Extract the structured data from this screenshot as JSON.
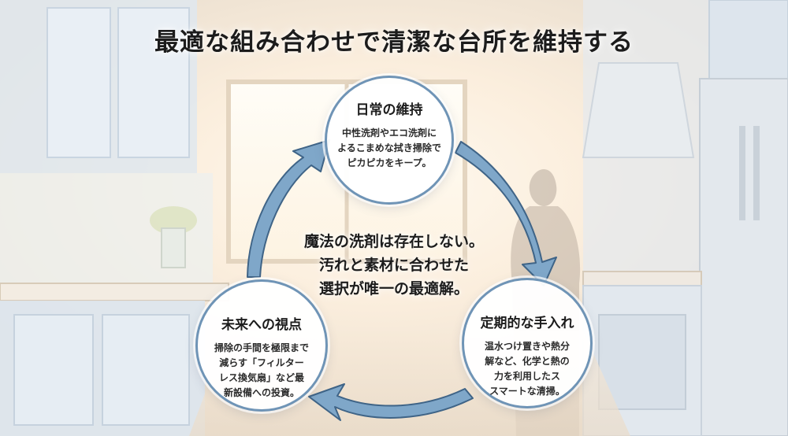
{
  "title": "最適な組み合わせで清潔な台所を維持する",
  "center_message": "魔法の洗剤は存在しない。\n汚れと素材に合わせた\n選択が唯一の最適解。",
  "nodes": {
    "daily": {
      "title": "日常の維持",
      "desc": "中性洗剤やエコ洗剤に\nよるこまめな拭き掃除で\nピカピカをキープ。"
    },
    "periodic": {
      "title": "定期的な手入れ",
      "desc": "温水つけ置きや熱分\n解など、化学と熱の\n力を利用したス\nスマートな清掃。"
    },
    "future": {
      "title": "未来への視点",
      "desc": "掃除の手間を極限まで\n減らす「フィルター\nレス換気扇」など最\n新設備への投資。"
    }
  },
  "colors": {
    "node_border": "#6f94b6",
    "arrow_fill": "#7fa7c9",
    "arrow_stroke": "#3f6487",
    "text": "#1c1c1c"
  }
}
